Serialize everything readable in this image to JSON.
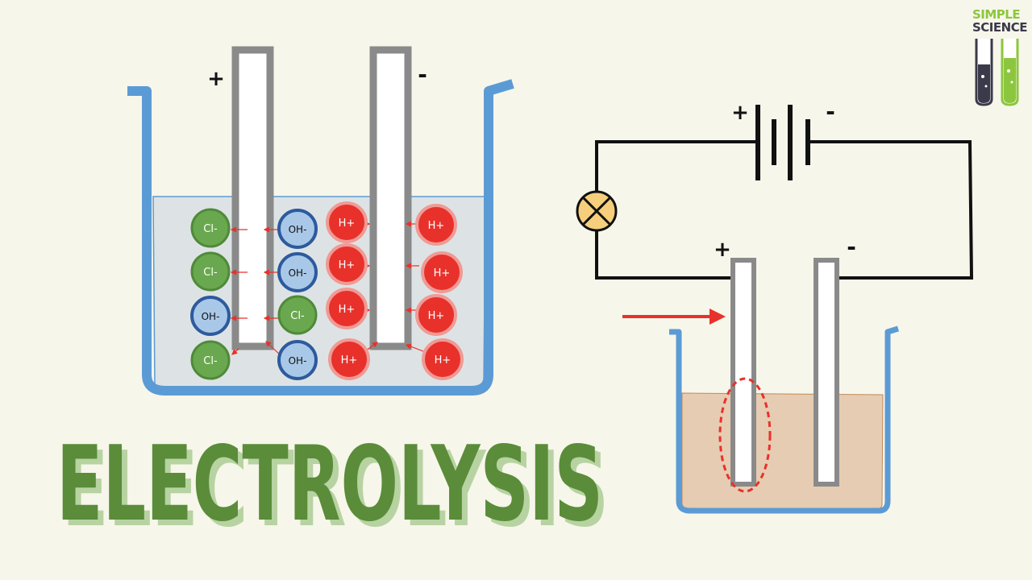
{
  "title": "ELECTROLYSIS",
  "logo": {
    "line1": "SIMPLE",
    "line2": "SCIENCE"
  },
  "left_cell": {
    "anode_sign": "+",
    "cathode_sign": "-",
    "ions": {
      "col1": [
        "Cl-",
        "Cl-",
        "OH-",
        "Cl-"
      ],
      "col2": [
        "OH-",
        "OH-",
        "Cl-",
        "OH-"
      ],
      "col3": [
        "H+",
        "H+",
        "H+",
        "H+"
      ],
      "col4": [
        "H+",
        "H+",
        "H+",
        "H+"
      ]
    }
  },
  "right_circuit": {
    "battery_plus": "+",
    "battery_minus": "-",
    "anode_sign": "+",
    "cathode_sign": "-"
  },
  "colors": {
    "background": "#f7f6ea",
    "beaker": "#5b9bd5",
    "electrode_border": "#8a8a8a",
    "chloride": "#6aa84f",
    "hydroxide": "#a9c8e8",
    "hydrogen": "#e8312b",
    "title_green": "#5a8c3a",
    "solution_left": "#dde3e4",
    "solution_right": "#e6ccb2"
  }
}
